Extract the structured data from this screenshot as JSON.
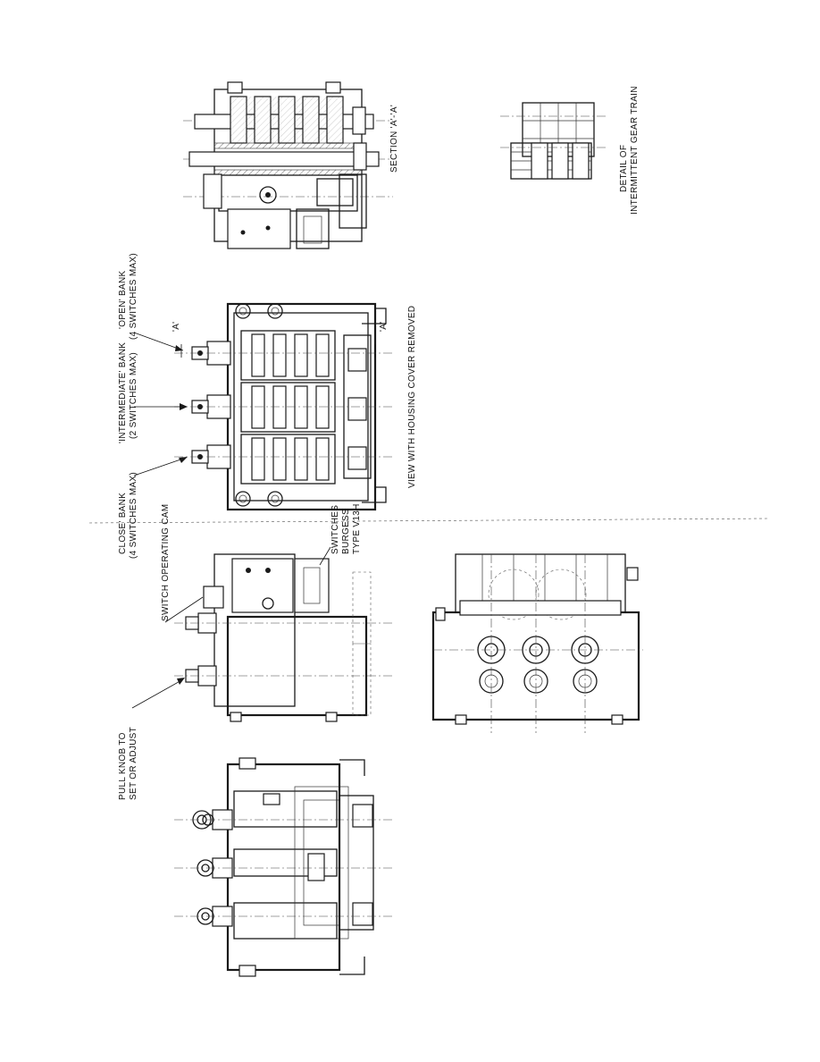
{
  "labels": {
    "open_bank": "'OPEN' BANK",
    "open_bank_max": "(4 SWITCHES MAX)",
    "intermediate_bank": "'INTERMEDIATE' BANK",
    "intermediate_bank_max": "(2 SWITCHES MAX)",
    "close_bank": "CLOSE' BANK",
    "close_bank_max": "(4 SWITCHES MAX)",
    "switch_operating_cam": "SWITCH OPERATING CAM",
    "pull_knob_line1": "PULL KNOB TO",
    "pull_knob_line2": "SET OR ADJUST",
    "switches_line1": "SWITCHES",
    "switches_line2": "BURGESS",
    "switches_line3": "TYPE V13H",
    "view_cover_removed": "VIEW WITH HOUSING COVER REMOVED",
    "section_aa": "SECTION 'A'-'A'",
    "detail_line1": "DETAIL OF",
    "detail_line2": "INTERMITTENT GEAR TRAIN",
    "section_marker_top": "'A'",
    "section_marker_bottom": "'A'"
  }
}
